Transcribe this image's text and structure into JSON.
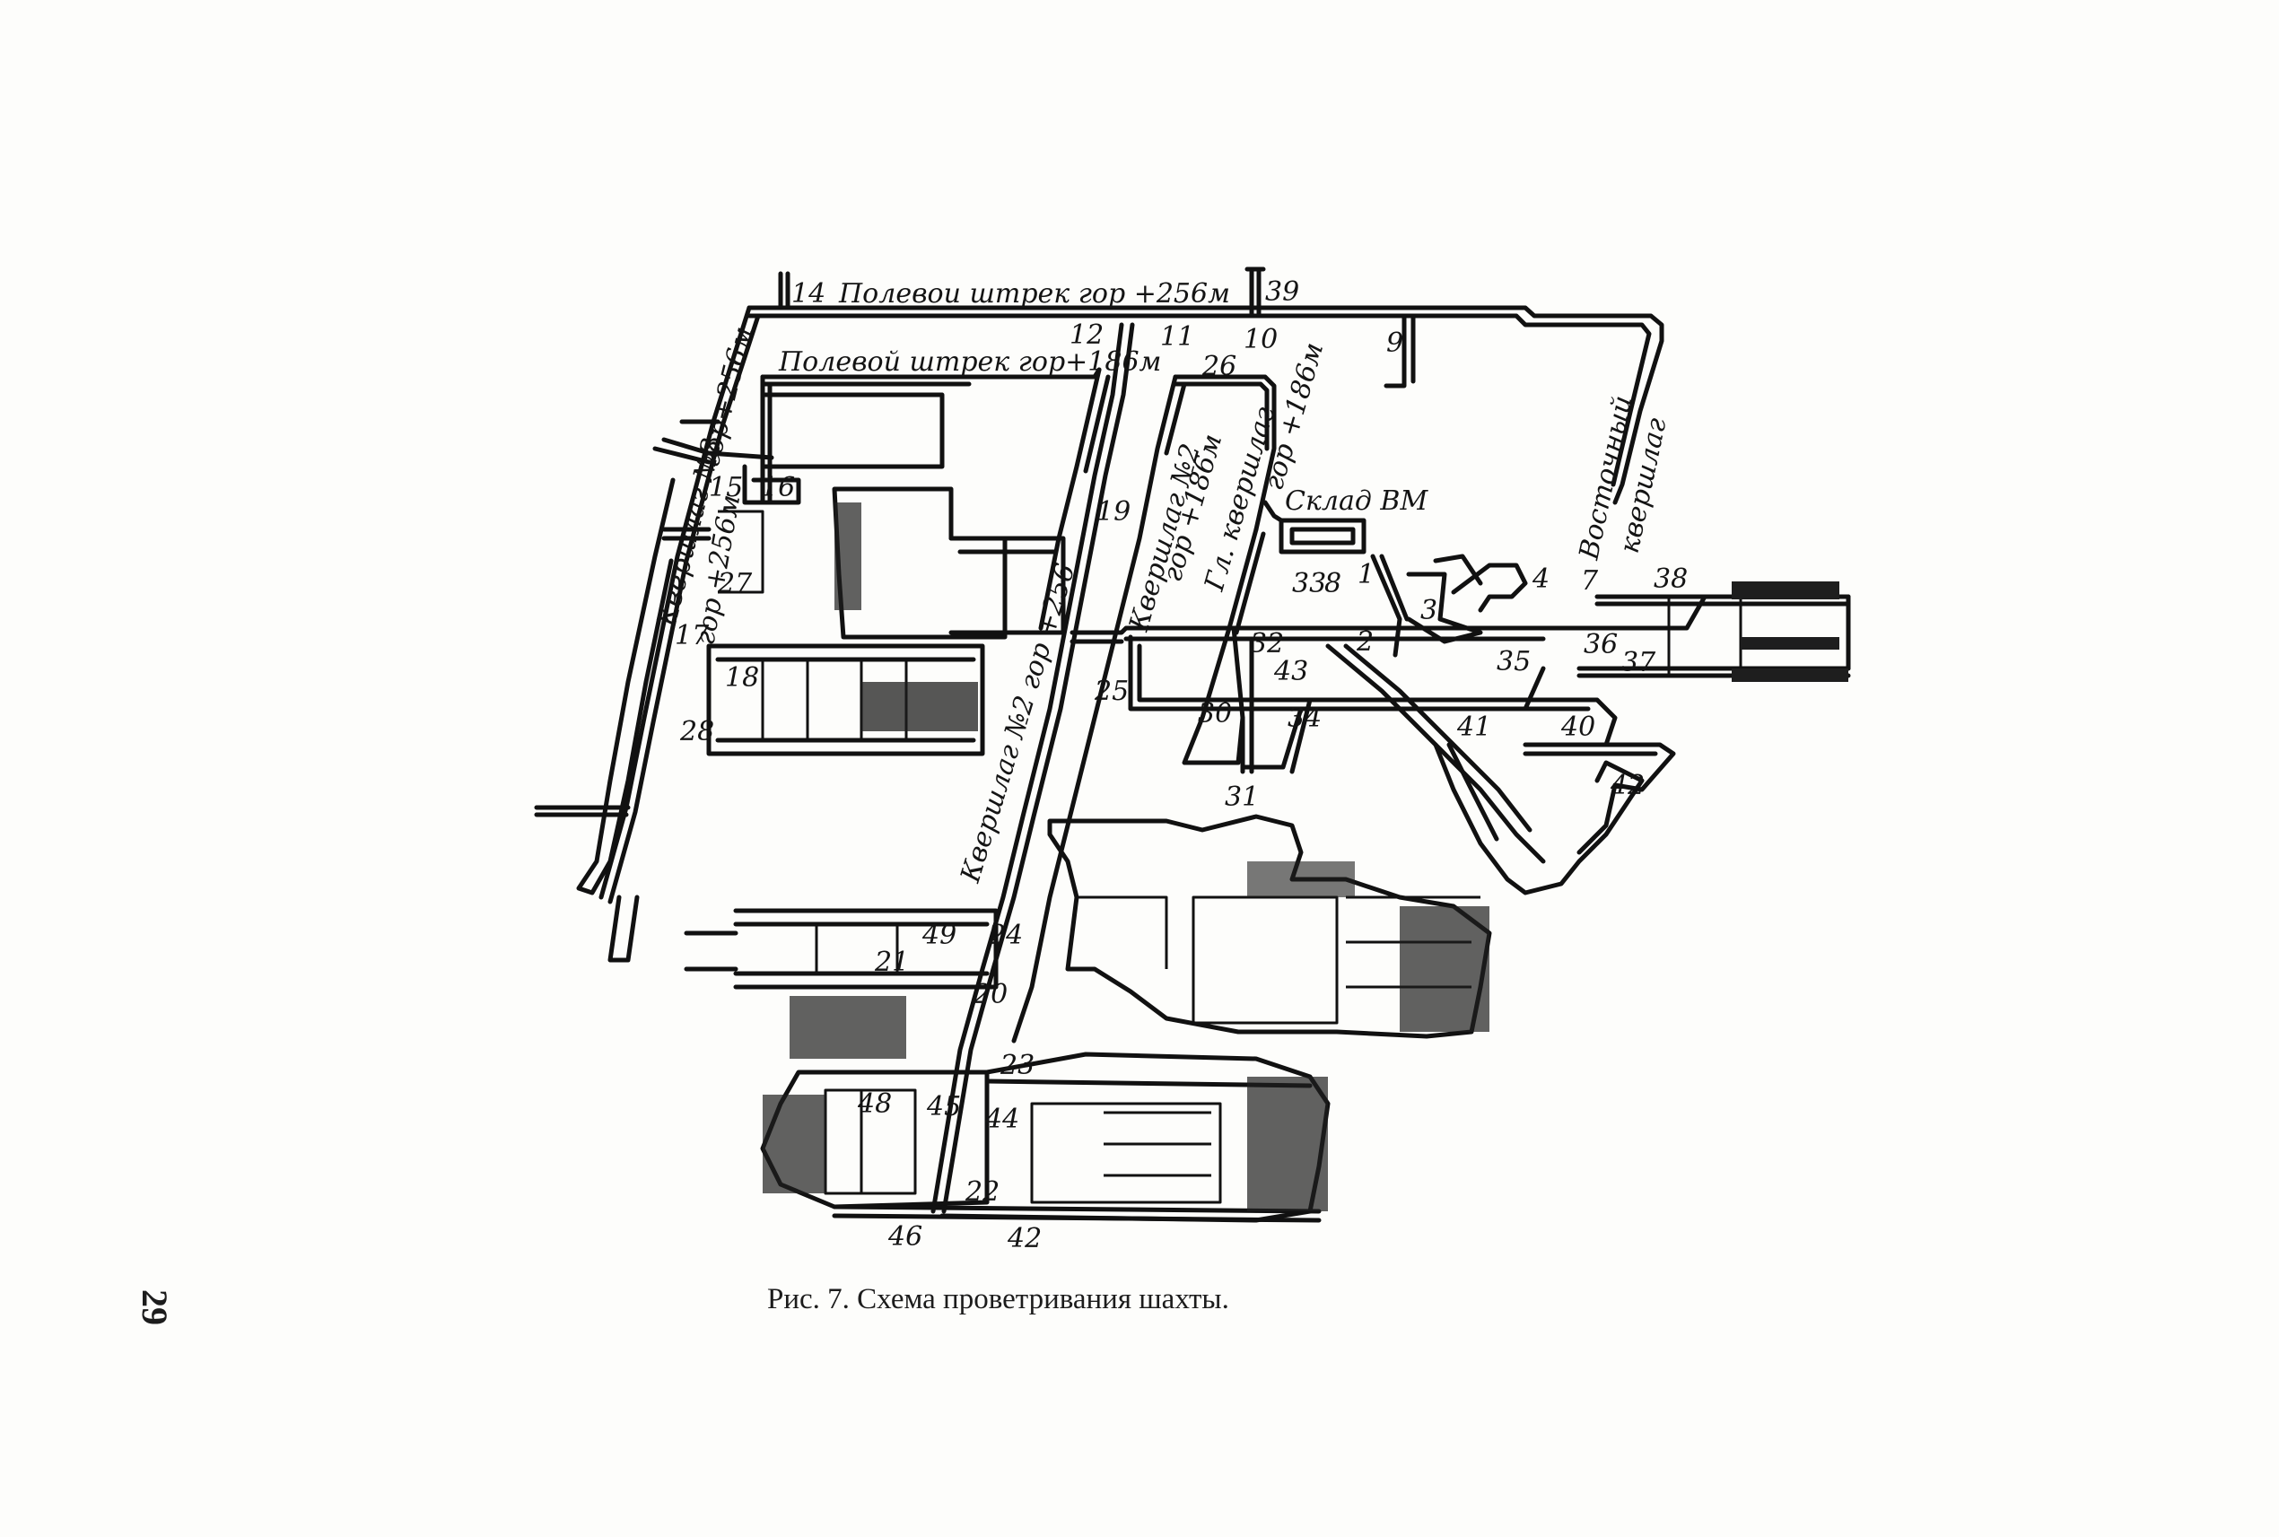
{
  "figure": {
    "caption": "Рис. 7.  Схема проветривания шахты.",
    "page_number": "29",
    "workings": {
      "drift_256": "Полевои  штрек  гор +256м",
      "drift_186": "Полевой штрек  гор+186м",
      "crosscut3": "Квершлаг №3",
      "crosscut3_level": "гор+256м",
      "crosscut3_level2": "гор +256м",
      "crosscut2_upper": "Квершлаг №2",
      "crosscut2_upper_level": "гор +186м",
      "main_crosscut": "Гл. квершлаг",
      "main_crosscut_level": "гор +186м",
      "explosives_store": "Склад ВМ",
      "east_crosscut": "Восточный",
      "east_crosscut2": "квершлаг",
      "crosscut2_lower": "Квершлаг №2 гор +256"
    },
    "point_labels": [
      "14",
      "39",
      "12",
      "11",
      "10",
      "9",
      "26",
      "19",
      "15",
      "16",
      "27",
      "17",
      "18",
      "28",
      "25",
      "30",
      "31",
      "32",
      "33",
      "8",
      "1",
      "2",
      "43",
      "34",
      "3",
      "4",
      "7",
      "38",
      "35",
      "36",
      "37",
      "41",
      "40",
      "42",
      "24",
      "49",
      "21",
      "20",
      "23",
      "48",
      "45",
      "44",
      "22",
      "46",
      "42"
    ]
  }
}
